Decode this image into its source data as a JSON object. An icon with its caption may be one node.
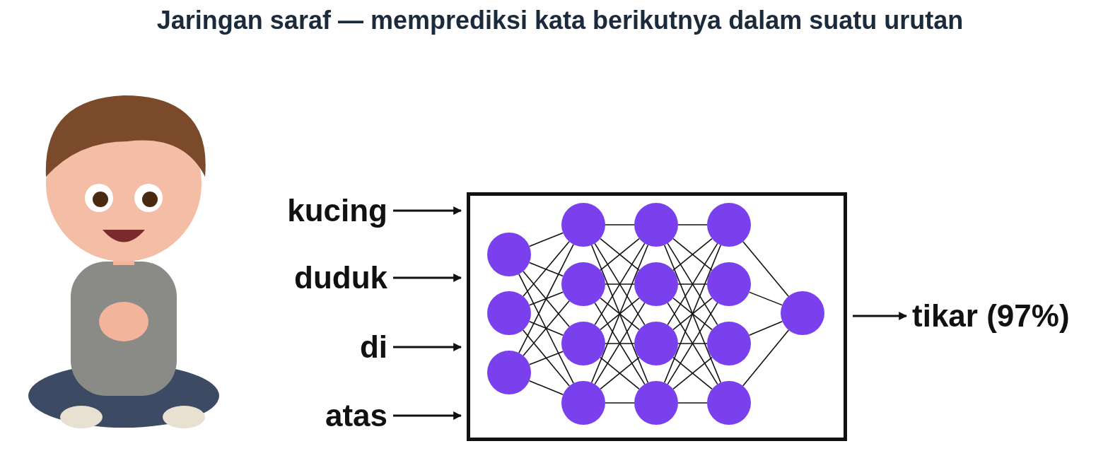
{
  "diagram": {
    "title": "Jaringan saraf — memprediksi kata berikutnya dalam suatu urutan",
    "nodes": [
      {
        "text": [],
        "shape": "picture"
      },
      {
        "text": [
          "kucing"
        ]
      },
      {
        "text": [
          "duduk"
        ]
      },
      {
        "text": [
          "di"
        ]
      },
      {
        "text": [
          "atas"
        ]
      },
      {
        "text": [],
        "shape": "box"
      },
      {
        "text": [],
        "shape": "circle",
        "in": 5
      },
      {
        "text": [],
        "shape": "circle",
        "in": 5
      },
      {
        "text": [],
        "shape": "circle",
        "in": 5
      },
      {
        "text": [],
        "shape": "circle",
        "in": 5
      },
      {
        "text": [],
        "shape": "circle",
        "in": 5
      },
      {
        "text": [],
        "shape": "circle",
        "in": 5
      },
      {
        "text": [],
        "shape": "circle",
        "in": 5
      },
      {
        "text": [],
        "shape": "circle",
        "in": 5
      },
      {
        "text": [],
        "shape": "circle",
        "in": 5
      },
      {
        "text": [],
        "shape": "circle",
        "in": 5
      },
      {
        "text": [],
        "shape": "circle",
        "in": 5
      },
      {
        "text": [],
        "shape": "circle",
        "in": 5
      },
      {
        "text": [],
        "shape": "circle",
        "in": 5
      },
      {
        "text": [],
        "shape": "circle",
        "in": 5
      },
      {
        "text": [],
        "shape": "circle",
        "in": 5
      },
      {
        "text": [],
        "shape": "circle",
        "in": 5
      },
      {
        "text": [
          "tikar (97%)"
        ]
      }
    ],
    "edges": [
      {
        "from": 1,
        "to": 5,
        "arrow": "to"
      },
      {
        "from": 2,
        "to": 5,
        "arrow": "to"
      },
      {
        "from": 3,
        "to": 5,
        "arrow": "to"
      },
      {
        "from": 4,
        "to": 5,
        "arrow": "to"
      },
      {
        "from": 6,
        "to": 9,
        "arrow": "none"
      },
      {
        "from": 6,
        "to": 10,
        "arrow": "none"
      },
      {
        "from": 6,
        "to": 11,
        "arrow": "none"
      },
      {
        "from": 6,
        "to": 12,
        "arrow": "none"
      },
      {
        "from": 7,
        "to": 9,
        "arrow": "none"
      },
      {
        "from": 7,
        "to": 10,
        "arrow": "none"
      },
      {
        "from": 7,
        "to": 11,
        "arrow": "none"
      },
      {
        "from": 7,
        "to": 12,
        "arrow": "none"
      },
      {
        "from": 8,
        "to": 9,
        "arrow": "none"
      },
      {
        "from": 8,
        "to": 10,
        "arrow": "none"
      },
      {
        "from": 8,
        "to": 11,
        "arrow": "none"
      },
      {
        "from": 8,
        "to": 12,
        "arrow": "none"
      },
      {
        "from": 9,
        "to": 13,
        "arrow": "none"
      },
      {
        "from": 9,
        "to": 14,
        "arrow": "none"
      },
      {
        "from": 9,
        "to": 15,
        "arrow": "none"
      },
      {
        "from": 9,
        "to": 16,
        "arrow": "none"
      },
      {
        "from": 10,
        "to": 13,
        "arrow": "none"
      },
      {
        "from": 10,
        "to": 14,
        "arrow": "none"
      },
      {
        "from": 10,
        "to": 15,
        "arrow": "none"
      },
      {
        "from": 10,
        "to": 16,
        "arrow": "none"
      },
      {
        "from": 11,
        "to": 13,
        "arrow": "none"
      },
      {
        "from": 11,
        "to": 14,
        "arrow": "none"
      },
      {
        "from": 11,
        "to": 15,
        "arrow": "none"
      },
      {
        "from": 11,
        "to": 16,
        "arrow": "none"
      },
      {
        "from": 12,
        "to": 13,
        "arrow": "none"
      },
      {
        "from": 12,
        "to": 14,
        "arrow": "none"
      },
      {
        "from": 12,
        "to": 15,
        "arrow": "none"
      },
      {
        "from": 12,
        "to": 16,
        "arrow": "none"
      },
      {
        "from": 13,
        "to": 17,
        "arrow": "none"
      },
      {
        "from": 13,
        "to": 18,
        "arrow": "none"
      },
      {
        "from": 13,
        "to": 19,
        "arrow": "none"
      },
      {
        "from": 13,
        "to": 20,
        "arrow": "none"
      },
      {
        "from": 14,
        "to": 17,
        "arrow": "none"
      },
      {
        "from": 14,
        "to": 18,
        "arrow": "none"
      },
      {
        "from": 14,
        "to": 19,
        "arrow": "none"
      },
      {
        "from": 14,
        "to": 20,
        "arrow": "none"
      },
      {
        "from": 15,
        "to": 17,
        "arrow": "none"
      },
      {
        "from": 15,
        "to": 18,
        "arrow": "none"
      },
      {
        "from": 15,
        "to": 19,
        "arrow": "none"
      },
      {
        "from": 15,
        "to": 20,
        "arrow": "none"
      },
      {
        "from": 16,
        "to": 17,
        "arrow": "none"
      },
      {
        "from": 16,
        "to": 18,
        "arrow": "none"
      },
      {
        "from": 16,
        "to": 19,
        "arrow": "none"
      },
      {
        "from": 16,
        "to": 20,
        "arrow": "none"
      },
      {
        "from": 17,
        "to": 21,
        "arrow": "none"
      },
      {
        "from": 18,
        "to": 21,
        "arrow": "none"
      },
      {
        "from": 19,
        "to": 21,
        "arrow": "none"
      },
      {
        "from": 20,
        "to": 21,
        "arrow": "none"
      },
      {
        "from": 5,
        "to": 22,
        "arrow": "to"
      }
    ]
  }
}
